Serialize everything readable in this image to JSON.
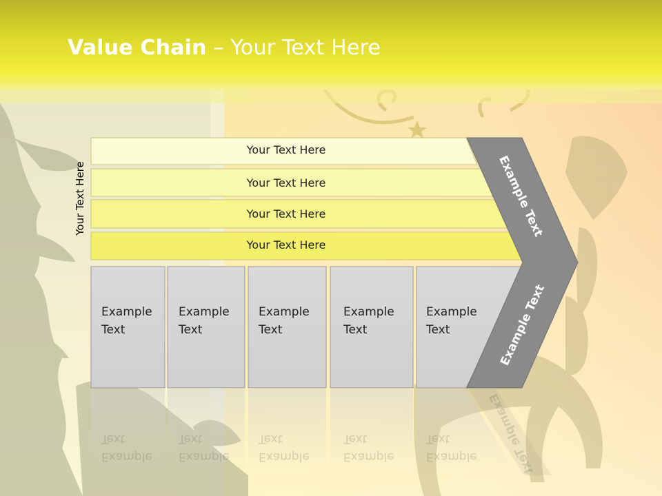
{
  "slide": {
    "title_bold": "Value Chain",
    "title_rest": " – Your Text Here",
    "side_label": "Your Text Here"
  },
  "rows": [
    {
      "text": "Your Text Here",
      "color": "#fbfbd6"
    },
    {
      "text": "Your Text Here",
      "color": "#f9f9ad"
    },
    {
      "text": "Your Text Here",
      "color": "#f6f68c"
    },
    {
      "text": "Your Text Here",
      "color": "#f3f06a"
    }
  ],
  "boxes": [
    {
      "line1": "Example",
      "line2": "Text"
    },
    {
      "line1": "Example",
      "line2": "Text"
    },
    {
      "line1": "Example",
      "line2": "Text"
    },
    {
      "line1": "Example",
      "line2": "Text"
    },
    {
      "line1": "Example",
      "line2": "Text"
    }
  ],
  "chevron": {
    "upper_text": "Example Text",
    "lower_text": "Example Text",
    "color": "#8a8a8a"
  },
  "theme": {
    "header_yellow": "#f0ec38",
    "box_gray": "#d8d8d8"
  }
}
